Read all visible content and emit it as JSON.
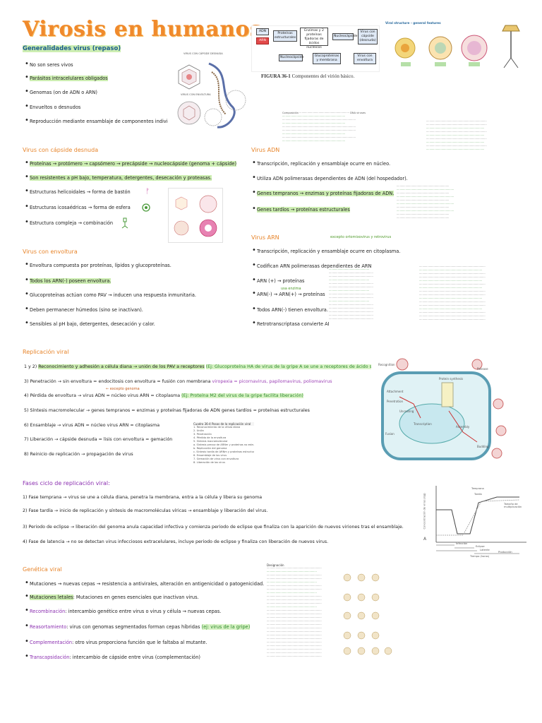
{
  "title": "Virosis en humanos",
  "sections": {
    "generalidades": {
      "heading": "Generalidades virus (repaso)",
      "items": [
        "No son seres vivos",
        "Parásitos intracelulares obligados",
        "Genomas (on de ADN o ARN)",
        "Envueltos o desnudos",
        "Reproducción mediante ensamblaje de componentes individuales"
      ]
    },
    "capside": {
      "heading": "Virus con cápside desnuda",
      "items": [
        "Proteínas → protómero → capsómero → precápside → nucleocápside (genoma + cápside)",
        "Son resistentes a pH bajo, temperatura, detergentes, desecación y proteasas.",
        "Estructuras helicoidales → forma de bastón",
        "Estructuras icosaédricas → forma de esfera",
        "Estructura compleja → combinación"
      ]
    },
    "envoltura": {
      "heading": "Virus con envoltura",
      "items": [
        "Envoltura compuesta por proteínas, lípidos y glucoproteínas.",
        "Todos los ARN(-) poseen envoltura.",
        "Glucoproteínas actúan como PAV → inducen una respuesta inmunitaria.",
        "Deben permanecer húmedos (sino se inactivan).",
        "Sensibles al pH bajo, detergentes, desecación y calor."
      ]
    },
    "adn": {
      "heading": "Virus ADN",
      "items": [
        "Transcripción, replicación y ensamblaje ocurre en núcleo.",
        "Utiliza ADN polimerasas dependientes de ADN (del hospedador).",
        "Genes tempranos → enzimas y proteínas fijadoras de ADN.",
        "Genes tardíos → proteínas estructurales"
      ]
    },
    "arn": {
      "heading": "Virus ARN",
      "note": "excepto ortomixovirus y retrovirus",
      "items": [
        "Transcripción, replicación y ensamblaje ocurre en citoplasma.",
        "Codifican ARN polimerasas dependientes de ARN",
        "ARN (+) → proteínas",
        "ARN(-) → ARN(+) → proteínas",
        "Todos ARN(-) tienen envoltura.",
        "Retrotranscriptasa convierte ARN en ADN"
      ],
      "small_note": "usa enzima"
    },
    "replicacion": {
      "heading": "Replicación viral",
      "steps": [
        {
          "num": "1 y 2)",
          "text": "Reconocimiento y adhesión a célula diana → unión de los PAV a receptores",
          "extra": "(Ej: Glucoproteína HA de virus de la gripe A se une a receptores de ácido siálico)"
        },
        {
          "num": "3)",
          "text": "Penetración → sin envoltura = endocitosis      con envoltura = fusión con membrana",
          "extra": "viropexia = picornavirus, papilomavirus, poliomavirus"
        },
        {
          "num": "4)",
          "text": "Pérdida de envoltura → virus ADN = núcleo      virus ARN = citoplasma",
          "extra": "(Ej: Proteína M2 del virus de la gripe facilita liberación)",
          "note": "← excepto genoma"
        },
        {
          "num": "5)",
          "text": "Síntesis macromolecular → genes tempranos = enzimas y proteínas fijadoras de ADN      genes tardíos = proteínas estructurales",
          "extra": ""
        },
        {
          "num": "6)",
          "text": "Ensamblaje →   virus ADN = núcleo              virus ARN = citoplasma",
          "extra": ""
        },
        {
          "num": "7)",
          "text": "Liberación →   cápside desnuda = lisis          con envoltura = gemación",
          "extra": ""
        },
        {
          "num": "8)",
          "text": "Reinicio de replicación → propagación de virus",
          "extra": ""
        }
      ]
    },
    "fases": {
      "heading": "Fases ciclo de replicación viral:",
      "items": [
        "1) Fase temprana → virus se une a célula diana, penetra la membrana, entra a la célula y libera su genoma",
        "2) Fase tardía → inicio de replicación y síntesis de macromoléculas víricas → ensamblaje y liberación del virus.",
        "3) Periodo de eclipse → liberación del genoma anula capacidad infectiva y comienza periodo de eclipse que finaliza con la aparición de nuevos viriones tras el ensamblaje.",
        "4) Fase de latencia → no se detectan virus infecciosos extracelulares, incluye periodo de eclipse y finaliza con liberación de nuevos virus."
      ]
    },
    "genetica": {
      "heading": "Genética viral",
      "items": [
        {
          "label": "Mutaciones",
          "text": " → nuevas cepas → resistencia a antivirales, alteración en antigenicidad o patogenicidad."
        },
        {
          "label": "Mutaciones letales",
          "text": ": Mutaciones en genes esenciales que inactivan virus."
        },
        {
          "label": "Recombinación",
          "text": ": intercambio genético entre virus o virus y célula → nuevas cepas."
        },
        {
          "label": "Reasortamiento",
          "text": ": virus con genomas segmentados forman cepas híbridas",
          "extra": "(ej: virus de la gripe)"
        },
        {
          "label": "Complementación",
          "text": ": otro virus proporciona función que le faltaba al mutante."
        },
        {
          "label": "Transcapsidación",
          "text": ": intercambio de cápside entre virus (complementación)"
        }
      ]
    }
  },
  "figures": {
    "virion_diagram": {
      "caption_bold": "FIGURA 36-1",
      "caption": " Componentes del virión básico.",
      "boxes": {
        "adn": "ADN",
        "arn": "ARN",
        "proteinas": "Proteínas estructurales",
        "enzimas": "Enzimas y 2 proteínas fijadoras de ácidos nucleicos",
        "nucleocapside": "Nucleocápside",
        "virus_capside": "Virus con cápside (desnuda)",
        "nucleocapside2": "Nucleocápside",
        "glucoproteinas": "Glucoproteínas y membrana",
        "virus_envuelto": "Virus con envoltura"
      }
    },
    "top_left_fig_title": "VIRUS CON CÁPSIDE DESNUDA",
    "top_left_fig_sub": "VIRUS CON ENVOLTURA",
    "struct_title": "Viral structure – general features",
    "growth_curve": {
      "label_a": "A",
      "label_temprana": "Temprana",
      "label_tardia": "Tardía",
      "label_tamano": "Tamaño de multiplicación",
      "label_infeccion": "Infección",
      "label_eclipse": "Eclipse",
      "label_latente": "Latente",
      "label_produccion": "Producción",
      "xlabel": "Tiempo (horas)",
      "ylabel": "Concentración de virus (log)"
    },
    "replication_box_title": "Cuadro 36-4  Pasos de la replicación viral",
    "replication_box_items": [
      "1. Reconocimiento de la célula diana",
      "2. Unión",
      "3. Penetración",
      "4. Pérdida de la envoltura",
      "5. Síntesis macromolecular",
      "a. Síntesis precoz de ARNm y proteínas no estructurales",
      "b. Replicación del genoma",
      "c. Síntesis tardía de ARNm y proteínas estructurales",
      "6. Ensamblaje de los virus",
      "7. Gemación de virus con envoltura",
      "8. Liberación de los virus"
    ],
    "cell_cycle_labels": {
      "recognition": "Recognition",
      "attachment": "Attachment",
      "penetration": "Penetration",
      "uncoating": "Uncoating",
      "transcription": "Transcription",
      "fusion": "Fusion",
      "assembly": "Assembly",
      "budding": "Budding",
      "release": "Release",
      "protein_synthesis": "Protein synthesis"
    },
    "genetics_title": "Designación"
  }
}
